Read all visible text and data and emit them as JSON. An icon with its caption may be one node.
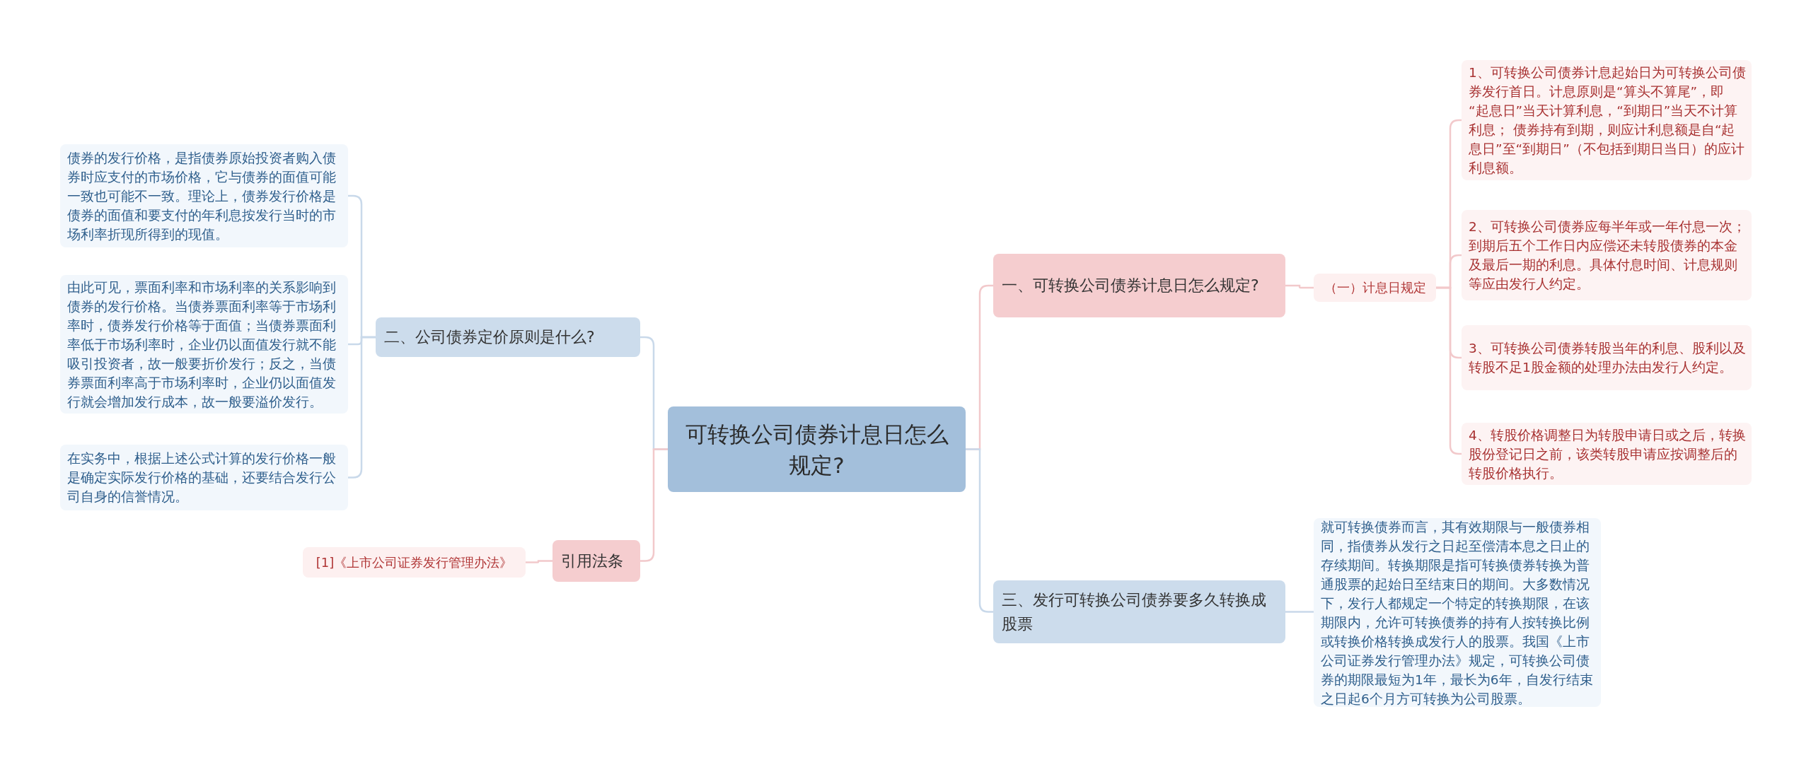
{
  "diagram": {
    "nodes": [
      {
        "text": [
          "可转换公司债券计息日怎么规定?"
        ]
      },
      {
        "text": [
          "一、可转换公司债券计息日怎么规定?"
        ]
      },
      {
        "text": [
          "（一）计息日规定"
        ]
      },
      {
        "text": [
          "1、可转换公司债券计息起始日为可转换公司债券发行首日。计息原则是“算头不算尾”，即 “起息日”当天计算利息，“到期日”当天不计算利息； 债券持有到期，则应计利息额是自“起息日”至“到期日”（不包括到期日当日）的应计利息额。"
        ]
      },
      {
        "text": [
          "2、可转换公司债券应每半年或一年付息一次；到期后五个工作日内应偿还未转股债券的本金及最后一期的利息。具体付息时间、计息规则等应由发行人约定。"
        ]
      },
      {
        "text": [
          "3、可转换公司债券转股当年的利息、股利以及转股不足1股金额的处理办法由发行人约定。"
        ]
      },
      {
        "text": [
          "4、转股价格调整日为转股申请日或之后，转换股份登记日之前，该类转股申请应按调整后的转股价格执行。"
        ]
      },
      {
        "text": [
          "三、发行可转换公司债券要多久转换成股票"
        ]
      },
      {
        "text": [
          "就可转换债券而言，其有效期限与一般债券相同，指债券从发行之日起至偿清本息之日止的存续期间。转换期限是指可转换债券转换为普通股票的起始日至结束日的期间。大多数情况下，发行人都规定一个特定的转换期限，在该期限内，允许可转换债券的持有人按转换比例或转换价格转换成发行人的股票。我国《上市公司证券发行管理办法》规定，可转换公司债券的期限最短为1年，最长为6年，自发行结束之日起6个月方可转换为公司股票。"
        ]
      },
      {
        "text": [
          "二、公司债券定价原则是什么?"
        ]
      },
      {
        "text": [
          "债券的发行价格，是指债券原始投资者购入债券时应支付的市场价格，它与债券的面值可能一致也可能不一致。理论上，债券发行价格是债券的面值和要支付的年利息按发行当时的市场利率折现所得到的现值。"
        ]
      },
      {
        "text": [
          "由此可见，票面利率和市场利率的关系影响到债券的发行价格。当债券票面利率等于市场利率时，债券发行价格等于面值；当债券票面利率低于市场利率时，企业仍以面值发行就不能吸引投资者，故一般要折价发行；反之，当债券票面利率高于市场利率时，企业仍以面值发行就会增加发行成本，故一般要溢价发行。"
        ]
      },
      {
        "text": [
          "在实务中，根据上述公式计算的发行价格一般是确定实际发行价格的基础，还要结合发行公司自身的信誉情况。"
        ]
      },
      {
        "text": [
          "引用法条"
        ]
      },
      {
        "text": [
          "[1]《上市公司证券发行管理办法》"
        ]
      }
    ],
    "edges": [
      {
        "from": 0,
        "to": 1,
        "arrow": "none",
        "color": "#f2c9cb"
      },
      {
        "from": 0,
        "to": 7,
        "arrow": "none",
        "color": "#c9d9ea"
      },
      {
        "from": 0,
        "to": 9,
        "arrow": "none",
        "color": "#c9d9ea"
      },
      {
        "from": 0,
        "to": 13,
        "arrow": "none",
        "color": "#f2c9cb"
      },
      {
        "from": 1,
        "to": 2,
        "arrow": "none",
        "color": "#f2c9cb"
      },
      {
        "from": 2,
        "to": 3,
        "arrow": "none",
        "color": "#f2c9cb"
      },
      {
        "from": 2,
        "to": 4,
        "arrow": "none",
        "color": "#f2c9cb"
      },
      {
        "from": 2,
        "to": 5,
        "arrow": "none",
        "color": "#f2c9cb"
      },
      {
        "from": 2,
        "to": 6,
        "arrow": "none",
        "color": "#f2c9cb"
      },
      {
        "from": 7,
        "to": 8,
        "arrow": "none",
        "color": "#c9d9ea"
      },
      {
        "from": 9,
        "to": 10,
        "arrow": "none",
        "color": "#c9d9ea"
      },
      {
        "from": 9,
        "to": 11,
        "arrow": "none",
        "color": "#c9d9ea"
      },
      {
        "from": 9,
        "to": 12,
        "arrow": "none",
        "color": "#c9d9ea"
      },
      {
        "from": 13,
        "to": 14,
        "arrow": "none",
        "color": "#f2c9cb"
      }
    ]
  }
}
